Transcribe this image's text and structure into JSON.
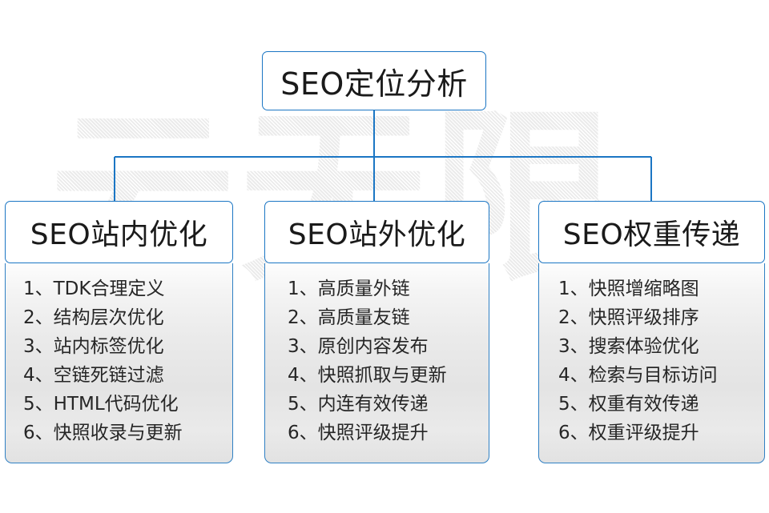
{
  "watermark": {
    "text": "云无限"
  },
  "diagram": {
    "root": {
      "label": "SEO定位分析"
    },
    "branches": [
      {
        "title": "SEO站内优化",
        "items": [
          "1、TDK合理定义",
          "2、结构层次优化",
          "3、站内标签优化",
          "4、空链死链过滤",
          "5、HTML代码优化",
          "6、快照收录与更新"
        ]
      },
      {
        "title": "SEO站外优化",
        "items": [
          "1、高质量外链",
          "2、高质量友链",
          "3、原创内容发布",
          "4、快照抓取与更新",
          "5、内连有效传递",
          "6、快照评级提升"
        ]
      },
      {
        "title": "SEO权重传递",
        "items": [
          "1、快照增缩略图",
          "2、快照评级排序",
          "3、搜索体验优化",
          "4、检索与目标访问",
          "5、权重有效传递",
          "6、权重评级提升"
        ]
      }
    ]
  },
  "colors": {
    "connector": "#1b76c4",
    "header_border": "#1b76c4",
    "body_border": "#2f80c4",
    "watermark": "#ebebeb",
    "text": "#1a1a1a",
    "background": "#ffffff"
  }
}
